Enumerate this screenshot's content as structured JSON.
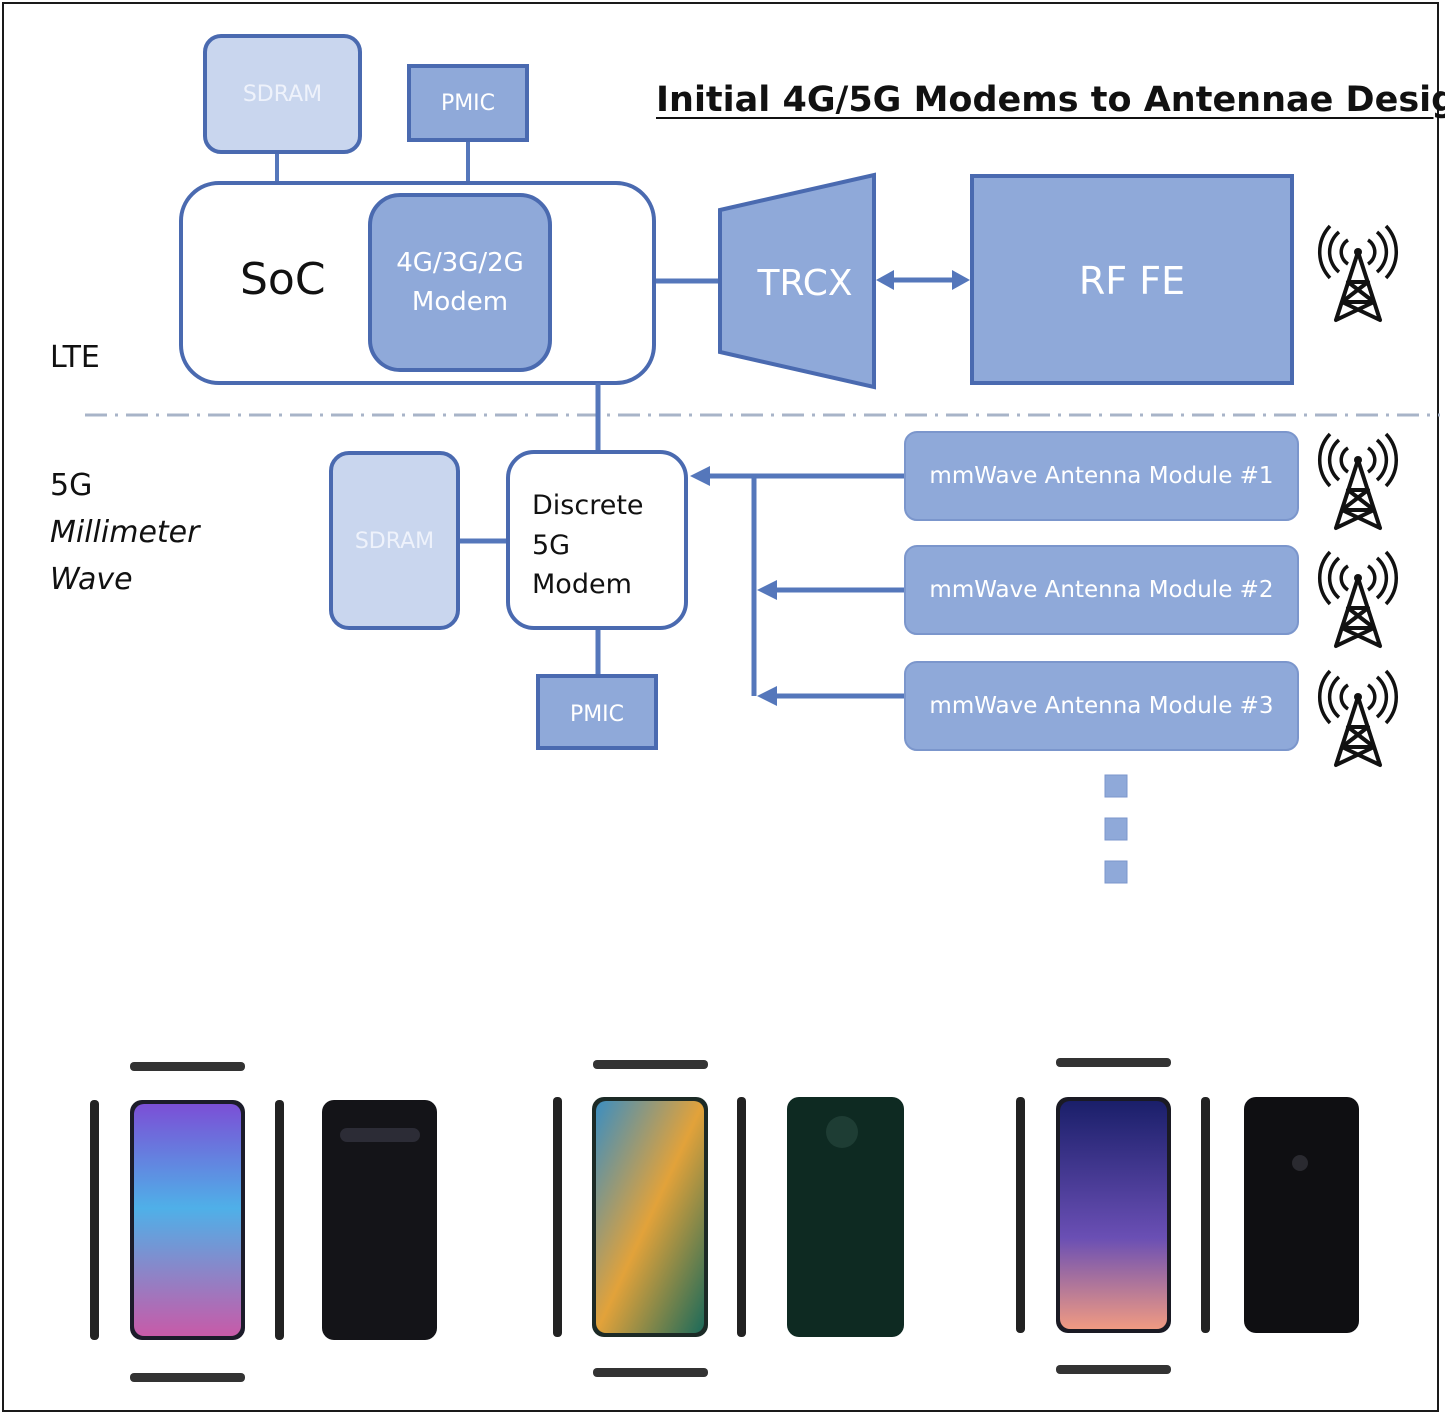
{
  "title": "Initial 4G/5G Modems to Antennae Desig",
  "sections": {
    "lte": "LTE",
    "mmwave_line1": "5G",
    "mmwave_line2": "Millimeter",
    "mmwave_line3": "Wave"
  },
  "blocks": {
    "sdram_top": "SDRAM",
    "pmic_top": "PMIC",
    "soc": "SoC",
    "modem_line1": "4G/3G/2G",
    "modem_line2": "Modem",
    "trcx": "TRCX",
    "rffe": "RF FE",
    "sdram_bottom": "SDRAM",
    "discrete_line1": "Discrete",
    "discrete_line2": "5G",
    "discrete_line3": "Modem",
    "pmic_bottom": "PMIC",
    "ant_module_1": "mmWave Antenna Module #1",
    "ant_module_2": "mmWave Antenna Module #2",
    "ant_module_3": "mmWave Antenna Module #3"
  },
  "colors": {
    "block_fill": "#8fa9d9",
    "block_fill_light": "#c9d6ee",
    "block_stroke": "#4a6ab0",
    "connector": "#5577bb",
    "divider": "#a8b4c8"
  },
  "icons": [
    "antenna-tower-icon"
  ]
}
